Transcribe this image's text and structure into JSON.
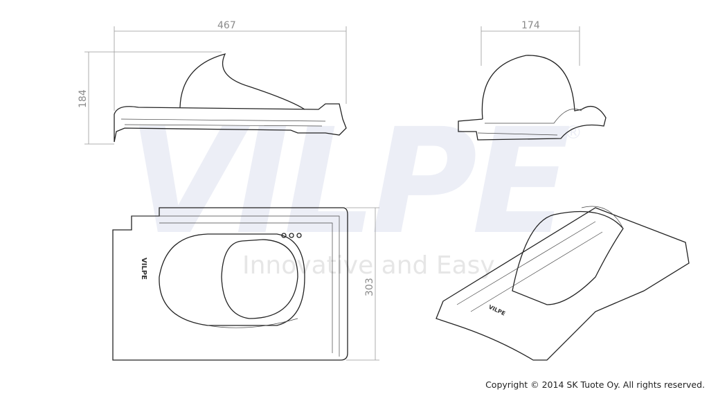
{
  "watermark": {
    "logo": "VILPE",
    "slogan": "Innovative and Easy",
    "registered_mark": "®"
  },
  "dimensions": {
    "length": "467",
    "height": "184",
    "width_front": "174",
    "width_top": "303"
  },
  "product_marks": {
    "logo_on_part": "VILPE"
  },
  "footer": {
    "copyright": "Copyright © 2014 SK Tuote Oy. All rights reserved."
  },
  "colors": {
    "watermark": "#eceef6",
    "line": "#222222",
    "dimension": "#8a8a8a"
  }
}
